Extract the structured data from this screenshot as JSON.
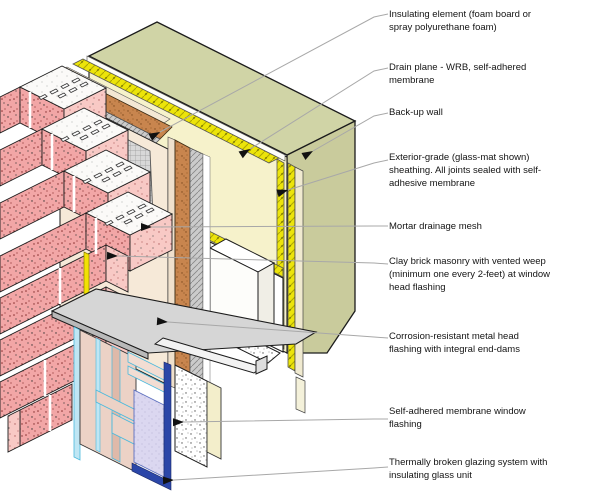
{
  "figure": {
    "name": "masonry-cavity-wall-window-head-detail",
    "type": "isometric construction detail"
  },
  "labels": [
    {
      "text": "Insulating element (foam board or spray polyurethane foam)"
    },
    {
      "text": "Drain plane - WRB, self-adhered membrane"
    },
    {
      "text": "Back-up wall"
    },
    {
      "text": "Exterior-grade (glass-mat shown) sheathing. All joints sealed with self-adhesive membrane"
    },
    {
      "text": "Mortar drainage mesh"
    },
    {
      "text": "Clay brick masonry with vented weep (minimum one every 2-feet) at window head flashing"
    },
    {
      "text": "Corrosion-resistant metal head flashing with integral end-dams"
    },
    {
      "text": "Self-adhered membrane window flashing"
    },
    {
      "text": "Thermally broken glazing system with insulating glass unit"
    }
  ],
  "colors": {
    "clay_brick": "#f2a6a6",
    "brick_side_light": "#f8c9c5",
    "foam_board_cut": "#c8854e",
    "foam_board_face": "#f6e9d8",
    "wrb_membrane_yellow": "#ece40a",
    "sheathing_glass_mat": "#f6f2cb",
    "backup_wall_olive": "#d0d4a6",
    "mortar_mesh_gray": "#d6d6d6",
    "flashing_gray": "#d6d6d6",
    "glazing_frame_blue": "#2b46a8",
    "thermal_frame_cyan": "#7fd2ec",
    "glass_lavender": "#dbd7f0",
    "leader_line": "#a8a8a8"
  }
}
